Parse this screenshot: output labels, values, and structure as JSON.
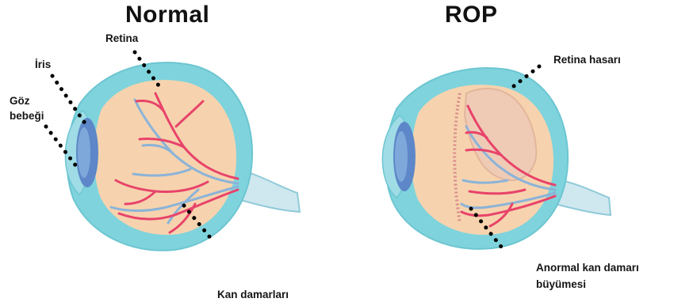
{
  "titles": {
    "normal": "Normal",
    "rop": "ROP"
  },
  "labels": {
    "retina": "Retina",
    "iris": "İris",
    "pupil_line1": "Göz",
    "pupil_line2": "bebeği",
    "vessels": "Kan damarları",
    "retina_damage": "Retina hasarı",
    "abnormal_line1": "Anormal kan damarı",
    "abnormal_line2": "büyümesi"
  },
  "colors": {
    "outer_shell": "#7fd3dc",
    "globe_fill": "#f6d3ae",
    "lens": "#5d87c8",
    "artery": "#e8436a",
    "vein": "#8bb3d8",
    "detached_retina": "#efcbb6"
  }
}
